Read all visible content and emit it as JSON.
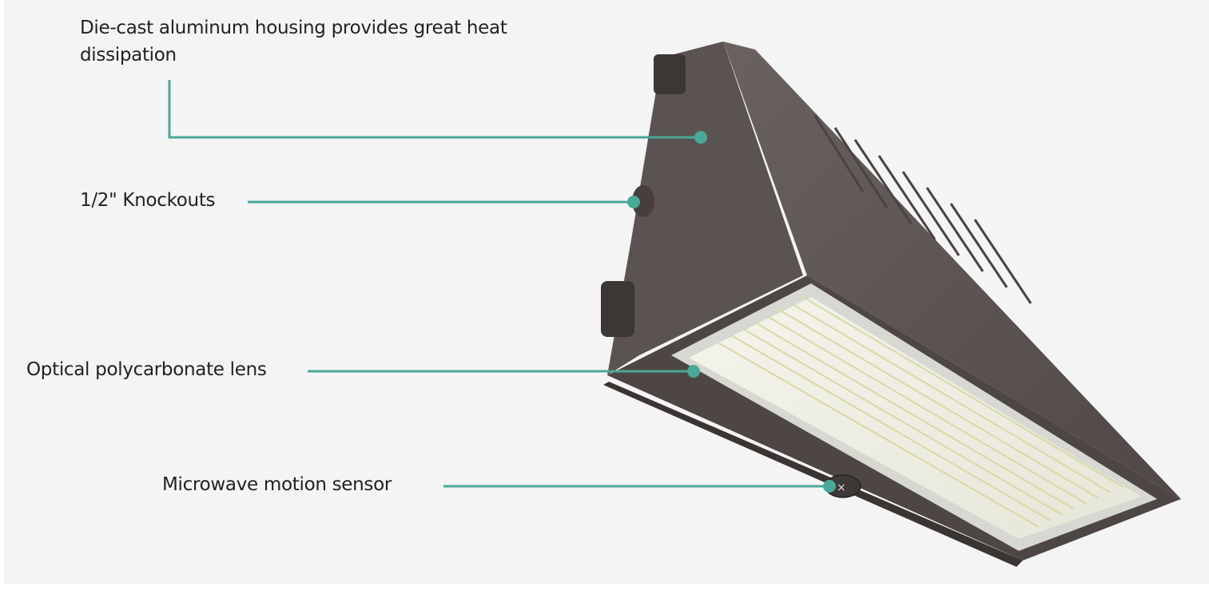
{
  "callouts": [
    {
      "id": "housing",
      "text": "Die-cast aluminum housing provides great heat dissipation"
    },
    {
      "id": "knockouts",
      "text": "1/2\" Knockouts"
    },
    {
      "id": "lens",
      "text": "Optical polycarbonate lens"
    },
    {
      "id": "sensor",
      "text": "Microwave motion sensor"
    }
  ],
  "colors": {
    "leader": "#4aa898",
    "background": "#f4f4f4",
    "housing": "#5e5654"
  }
}
